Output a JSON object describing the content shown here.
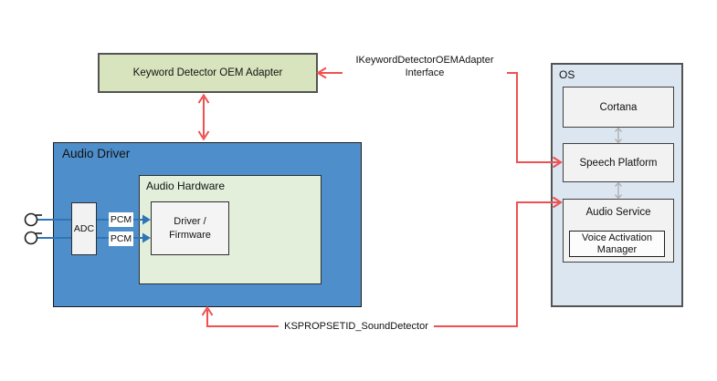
{
  "boxes": {
    "keyword_adapter": "Keyword Detector OEM Adapter",
    "audio_driver": "Audio Driver",
    "audio_hardware": "Audio Hardware",
    "driver_firmware": {
      "line1": "Driver /",
      "line2": "Firmware"
    },
    "adc": "ADC",
    "os": "OS",
    "cortana": "Cortana",
    "speech_platform": "Speech Platform",
    "audio_service": "Audio Service",
    "voice_activation_manager": "Voice Activation Manager"
  },
  "connectors": {
    "pcm_top": "PCM",
    "pcm_bottom": "PCM",
    "ikeyword_interface": "IKeywordDetectorOEMAdapter Interface",
    "ksprop": "KSPROPSETID_SoundDetector"
  },
  "icons": {
    "mic_jack_top": "audio-input-jack",
    "mic_jack_bottom": "audio-input-jack"
  },
  "colors": {
    "red_arrow": "#f05050",
    "blue_line": "#2e75b6",
    "gray_arrow": "#a6a6a6",
    "audio_driver_fill": "#4e8fcb",
    "audio_hardware_fill": "#e3efda",
    "keyword_adapter_fill": "#d7e4bd",
    "os_fill": "#dce6f1",
    "gray_box_fill": "#f2f2f2",
    "white_box_fill": "#f4f4f4"
  }
}
